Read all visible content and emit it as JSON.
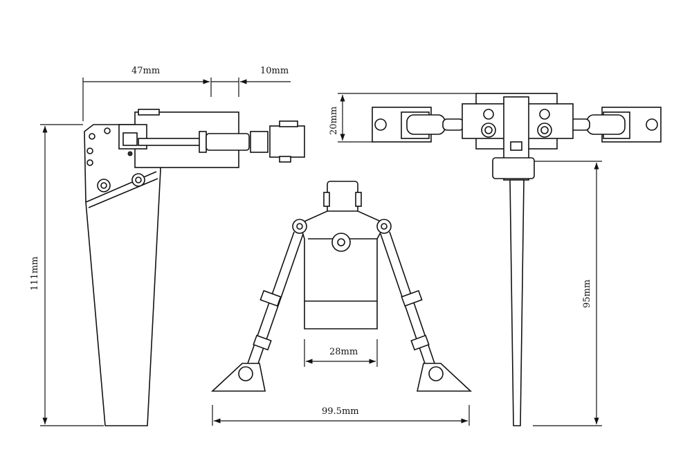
{
  "dimensions": {
    "top_width": "47mm",
    "arm_offset": "10mm",
    "height_total": "111mm",
    "mount_height": "20mm",
    "blade_width": "28mm",
    "bracket_span": "99.5mm",
    "blade_depth": "95mm"
  }
}
